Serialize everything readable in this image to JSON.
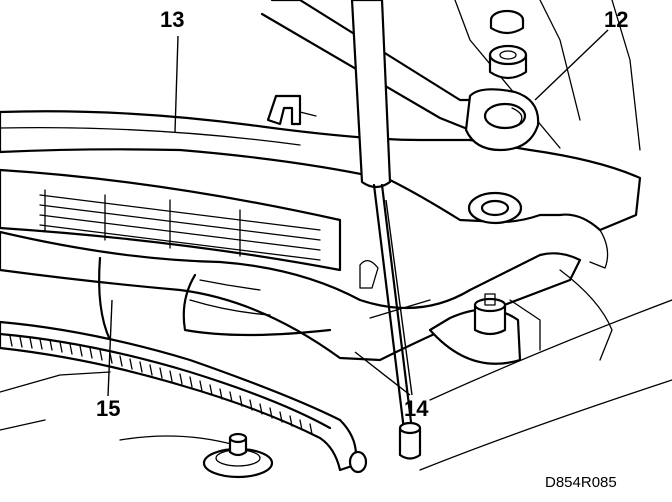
{
  "callouts": {
    "c13": "13",
    "c12": "12",
    "c15": "15",
    "c14": "14"
  },
  "drawing_code": "D854R085"
}
